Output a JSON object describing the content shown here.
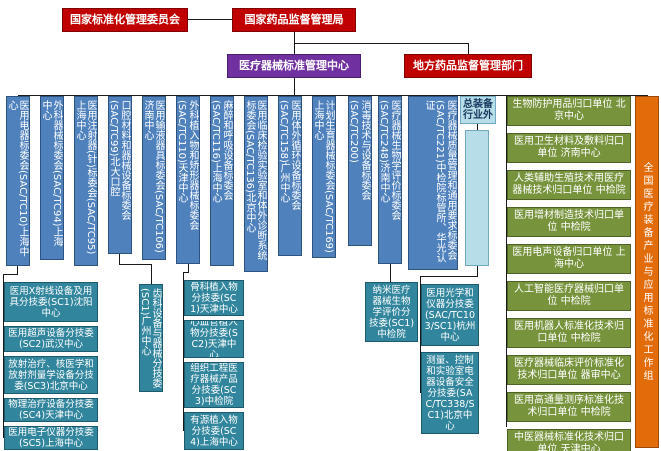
{
  "top": {
    "standardization_committee": "国家标准化管理委员会",
    "nmpa": "国家药品监督管理局",
    "device_center": "医疗器械标准管理中心",
    "local_regulators": "地方药品监督管理部门"
  },
  "committees": [
    "医用电器标委会(SAC/TC10)上海中心",
    "外科器械标委会(SAC/TC94)上海中心",
    "医用注射器(针)标委会(SAC/TC95)上海中心",
    "口腔材料和器械设备标委会(SAC/TC99)北大口腔",
    "医用输液器具标委会(SAC/TC106)济南中心",
    "外科植入物和矫形器械标委会(SAC/TC110)天津中心",
    "麻醉和呼吸设备标委会(SAC/TC116)上海中心",
    "医用临床检验实验室和体外诊断系统标委会(SAC/TC136)北京中心",
    "医用体外循环设备标委会(SAC/TC158)广州中心",
    "计划生育器械标委会(SAC/TC169)上海中心",
    "消毒技术与设备标委会(SAC/TC200)",
    "医疗器械生物学评价标委会(SAC/TC248)济南中心",
    "医疗器械质量管理和通用要求标委会(SAC/TC221)中检院标管所、华光认证"
  ],
  "tc10_subs": [
    "医用X射线设备及用具分技委(SC1)沈阳中心",
    "医用超声设备分技委(SC2)武汉中心",
    "放射治疗、核医学和放射剂量学设备分技委(SC3)北京中心",
    "物理治疗设备分技委(SC4)天津中心",
    "医用电子仪器分技委(SC5)上海中心"
  ],
  "tc99_subs": [
    "齿科设备与器械分技委(SC1)广州中心"
  ],
  "tc110_subs": [
    "骨科植入物分技委(SC1)天津中心",
    "心血管植入物分技委(SC2)天津中心",
    "组织工程医疗器械产品分技委(SC3)中检院",
    "有源植入物分技委(SC4)上海中心"
  ],
  "tc248_subs": [
    "纳米医疗器械生物学评价分技委(SC1)中检院"
  ],
  "outside": {
    "header": "总装备行业外",
    "items": [
      "医用光学和仪器分技委(SAC/TC103/SC1)杭州中心",
      "测量、控制和实验室电器设备安全分技委(SAC/TC338/SC1)北京中心"
    ]
  },
  "guikou_units": [
    "生物防护用品归口单位 北京中心",
    "医用卫生材料及敷料归口单位 济南中心",
    "人类辅助生殖技术用医疗器械技术归口单位 中检院",
    "医用增材制造技术归口单位 中检院",
    "医用电声设备归口单位 上海中心",
    "人工智能医疗器械归口单位 中检院",
    "医用机器人标准化技术归口单位 中检院",
    "医疗器械临床评价标准化技术归口单位 器审中心",
    "医用高通量测序标准化技术归口单位 中检院",
    "中医器械标准化技术归口单位 天津中心"
  ],
  "working_group": "全国医疗装备产业与应用标准化工作组",
  "colors": {
    "red": "#C00000",
    "purple": "#7030A0",
    "blue": "#4F81BD",
    "teal": "#31859C",
    "lightblue": "#B7DEE8",
    "green": "#77933C",
    "orange": "#E36C0A"
  }
}
